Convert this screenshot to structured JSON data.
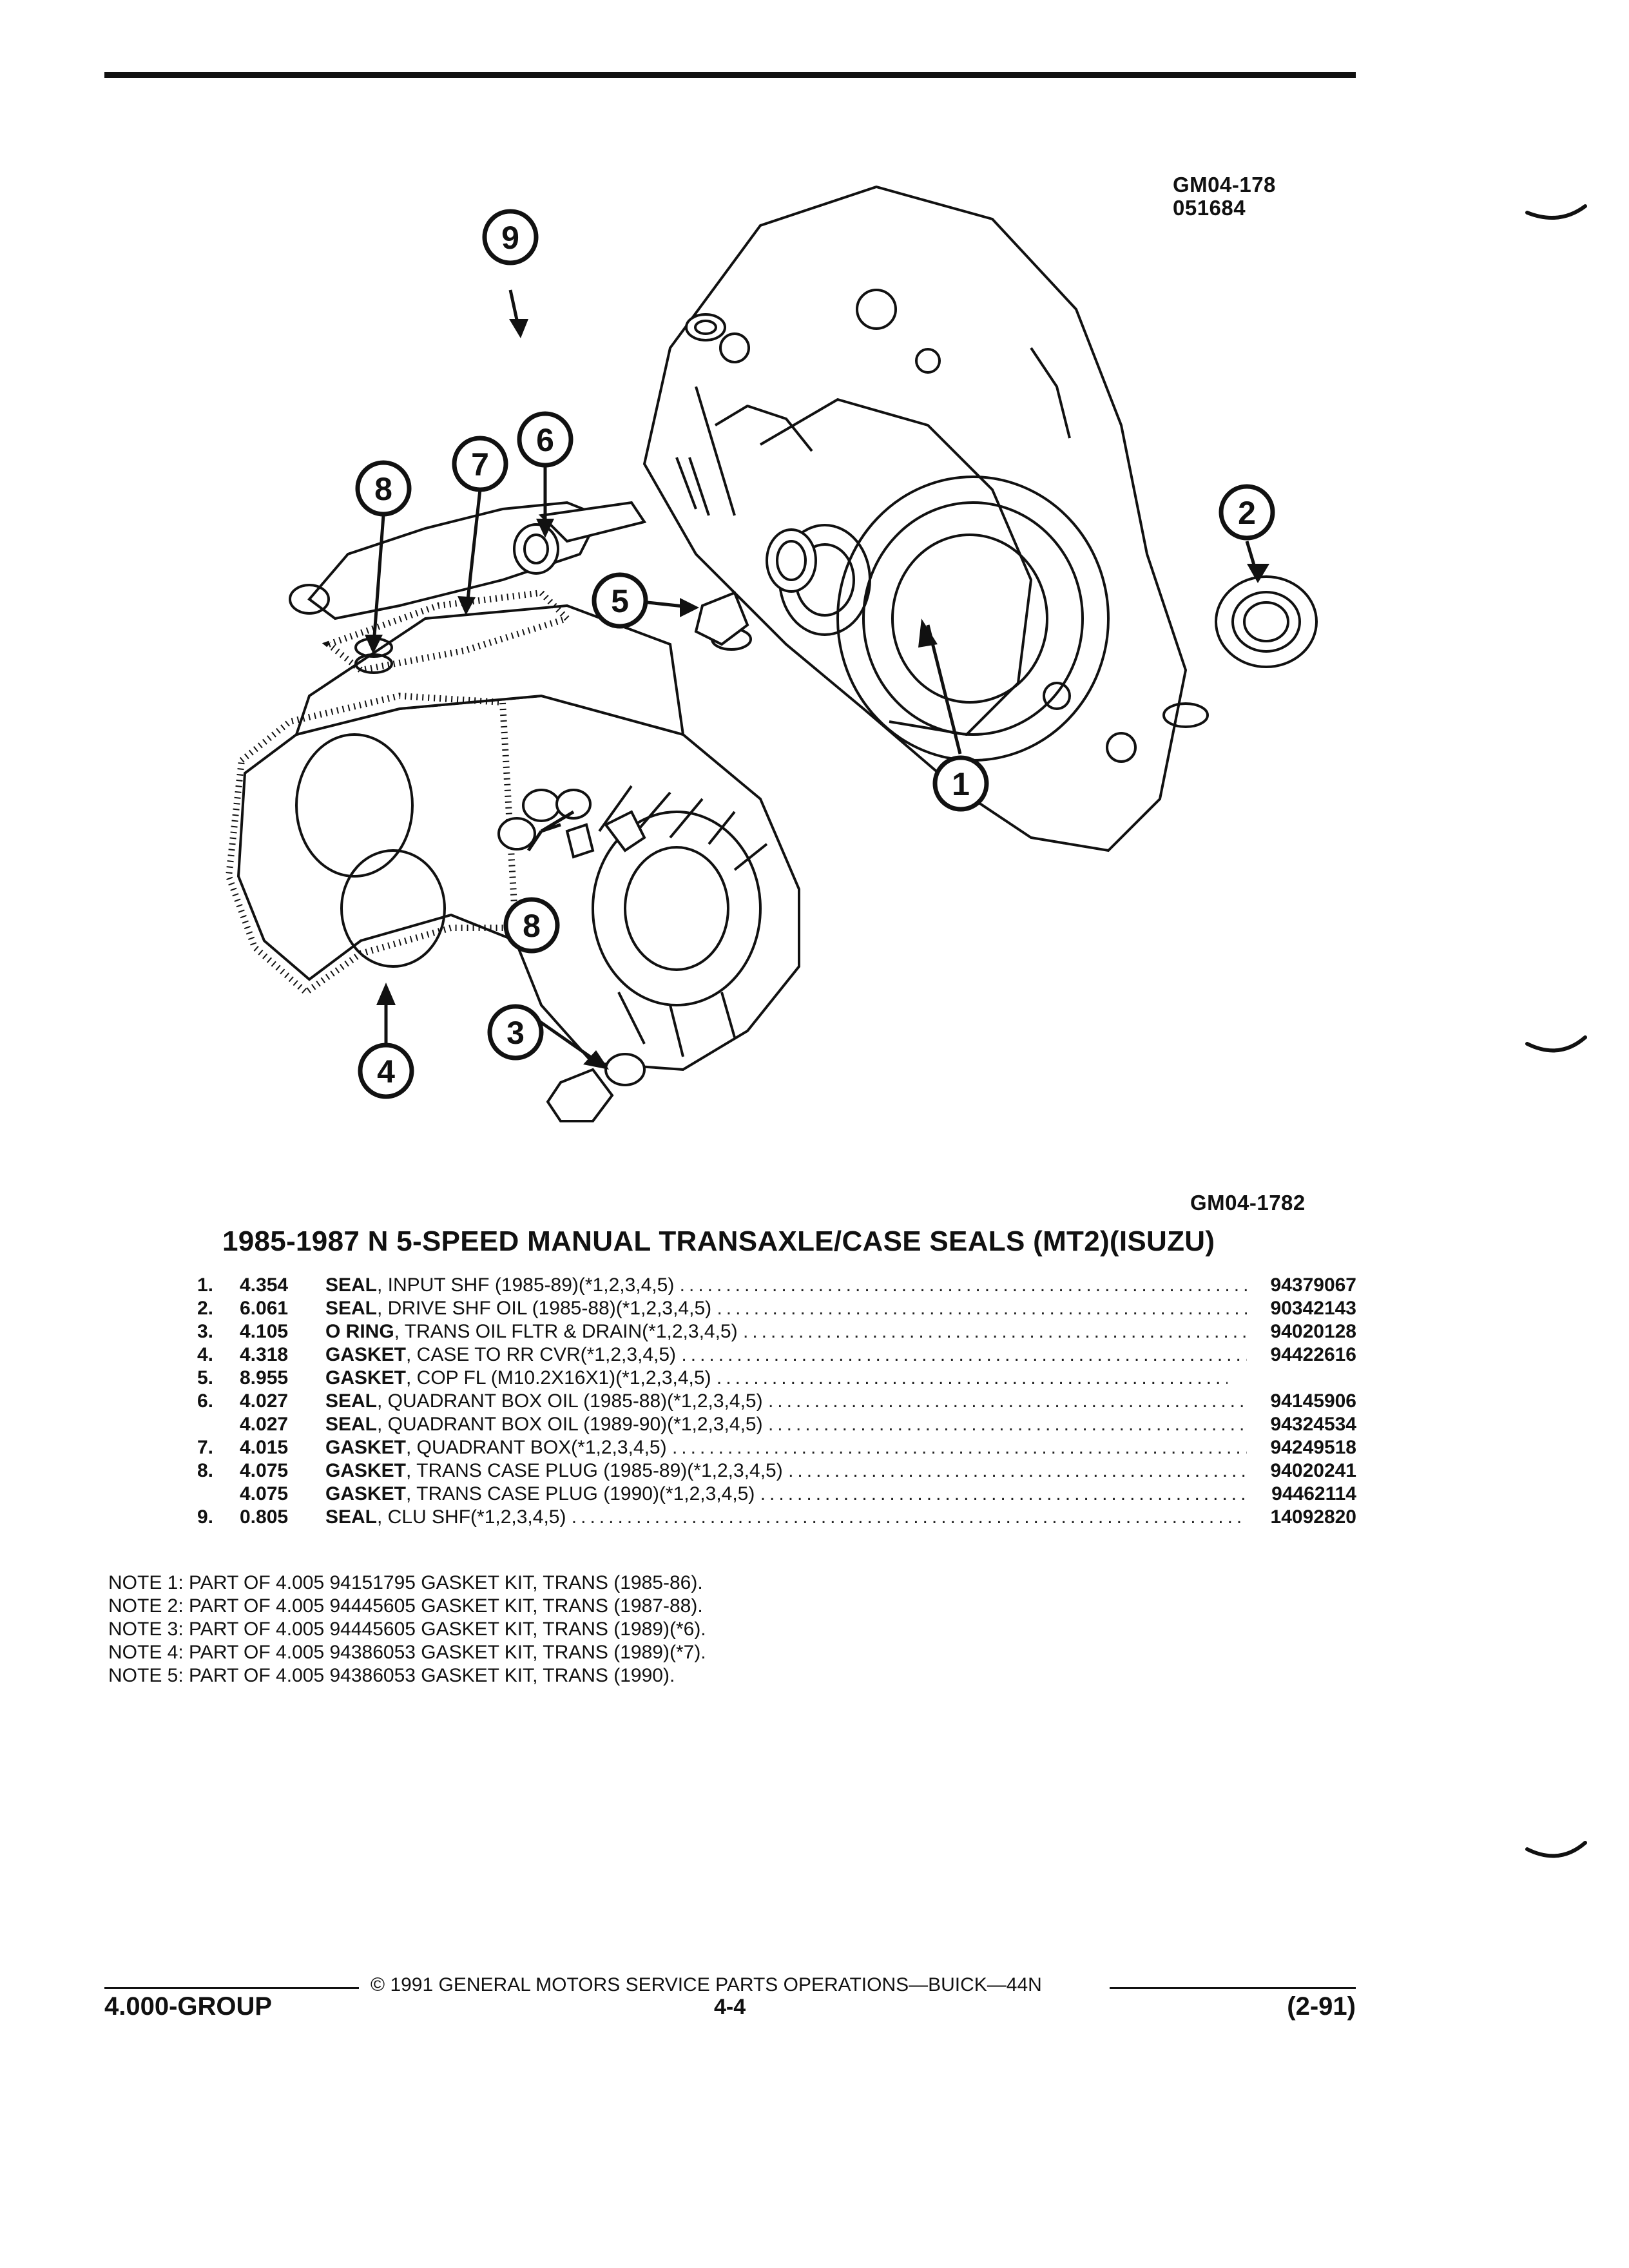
{
  "figure": {
    "id_top": "GM04-178",
    "date_code": "051684",
    "id_bottom": "GM04-1782",
    "callouts": [
      "1",
      "2",
      "3",
      "4",
      "5",
      "6",
      "7",
      "8",
      "9"
    ]
  },
  "title": "1985-1987 N 5-SPEED MANUAL TRANSAXLE/CASE SEALS (MT2)(ISUZU)",
  "parts": [
    {
      "index": "1.",
      "group": "4.354",
      "name": "SEAL",
      "desc": ", INPUT SHF (1985-89)(*1,2,3,4,5)",
      "part_no": "94379067"
    },
    {
      "index": "2.",
      "group": "6.061",
      "name": "SEAL",
      "desc": ", DRIVE SHF OIL (1985-88)(*1,2,3,4,5)",
      "part_no": "90342143"
    },
    {
      "index": "3.",
      "group": "4.105",
      "name": "O RING",
      "desc": ", TRANS OIL FLTR & DRAIN(*1,2,3,4,5)",
      "part_no": "94020128"
    },
    {
      "index": "4.",
      "group": "4.318",
      "name": "GASKET",
      "desc": ", CASE TO RR CVR(*1,2,3,4,5)",
      "part_no": "94422616"
    },
    {
      "index": "5.",
      "group": "8.955",
      "name": "GASKET",
      "desc": ", COP FL (M10.2X16X1)(*1,2,3,4,5)",
      "part_no": ""
    },
    {
      "index": "6.",
      "group": "4.027",
      "name": "SEAL",
      "desc": ", QUADRANT BOX OIL (1985-88)(*1,2,3,4,5)",
      "part_no": "94145906"
    },
    {
      "index": "",
      "group": "4.027",
      "name": "SEAL",
      "desc": ", QUADRANT BOX OIL (1989-90)(*1,2,3,4,5)",
      "part_no": "94324534"
    },
    {
      "index": "7.",
      "group": "4.015",
      "name": "GASKET",
      "desc": ", QUADRANT BOX(*1,2,3,4,5)",
      "part_no": "94249518"
    },
    {
      "index": "8.",
      "group": "4.075",
      "name": "GASKET",
      "desc": ", TRANS CASE PLUG (1985-89)(*1,2,3,4,5)",
      "part_no": "94020241"
    },
    {
      "index": "",
      "group": "4.075",
      "name": "GASKET",
      "desc": ", TRANS CASE PLUG (1990)(*1,2,3,4,5)",
      "part_no": "94462114"
    },
    {
      "index": "9.",
      "group": "0.805",
      "name": "SEAL",
      "desc": ", CLU SHF(*1,2,3,4,5)",
      "part_no": "14092820"
    }
  ],
  "notes": [
    "NOTE 1: PART OF 4.005 94151795 GASKET KIT, TRANS (1985-86).",
    "NOTE 2: PART OF 4.005 94445605 GASKET KIT, TRANS (1987-88).",
    "NOTE 3: PART OF 4.005 94445605 GASKET KIT, TRANS (1989)(*6).",
    "NOTE 4: PART OF 4.005 94386053 GASKET KIT, TRANS (1989)(*7).",
    "NOTE 5: PART OF 4.005 94386053 GASKET KIT, TRANS (1990)."
  ],
  "footer": {
    "copyright": "© 1991 GENERAL MOTORS SERVICE PARTS OPERATIONS—BUICK—44N",
    "group": "4.000-GROUP",
    "page": "4-4",
    "date": "(2-91)"
  }
}
